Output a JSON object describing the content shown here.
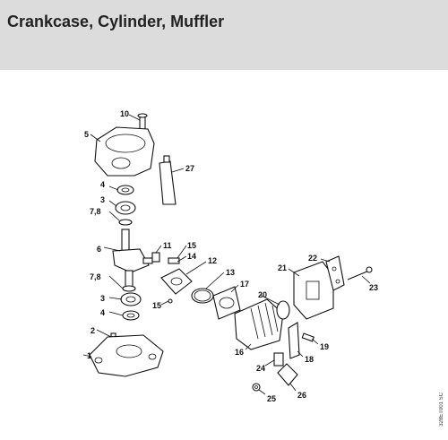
{
  "header": {
    "title": "Crankcase, Cylinder, Muffler"
  },
  "callouts": [
    "1",
    "2",
    "3",
    "4",
    "5",
    "6",
    "7,8",
    "7,8",
    "3",
    "4",
    "10",
    "11",
    "12",
    "13",
    "14",
    "15",
    "15",
    "16",
    "17",
    "19",
    "18",
    "20",
    "21",
    "22",
    "23",
    "24",
    "25",
    "26",
    "27"
  ],
  "doc_id": "328ET001 SC"
}
